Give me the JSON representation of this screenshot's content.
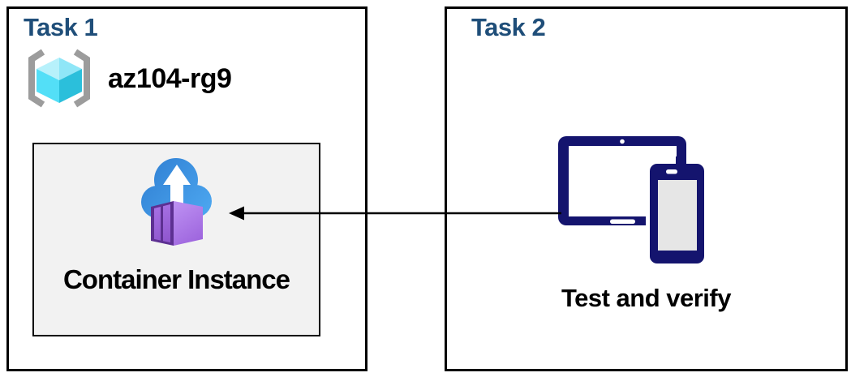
{
  "task1": {
    "title": "Task 1",
    "resource_group": {
      "name": "az104-rg9",
      "icon": "resource-group-icon"
    },
    "container_instance": {
      "label": "Container Instance",
      "icon": "container-instance-icon"
    }
  },
  "task2": {
    "title": "Task 2",
    "caption": "Test and verify",
    "icon": "tablet-and-phone-icon"
  },
  "connector": {
    "shape": "horizontal-arrow",
    "direction": "from-task2-devices-to-container-instance"
  },
  "colors": {
    "task_title_blue": "#1F4E79",
    "box_border_black": "#000000",
    "container_box_fill": "#F2F2F2",
    "device_navy": "#14146E",
    "device_screen_gray": "#E6E6E6",
    "cloud_blue_dark": "#2E7DD1",
    "cloud_blue_light": "#4FAAF2",
    "container_purple_side_light": "#BE92F3",
    "container_purple_side_dark": "#9A60DB",
    "container_purple_frame": "#5D3092",
    "container_purple_panel": "#A06CE0",
    "cube_cyan_top_left": "#B7F1FB",
    "cube_cyan_top_right": "#8FE6F7",
    "cube_cyan_left": "#53DFF7",
    "cube_cyan_right": "#2BBFDB",
    "bracket_gray": "#9C9C9C",
    "label_black": "#000000"
  }
}
